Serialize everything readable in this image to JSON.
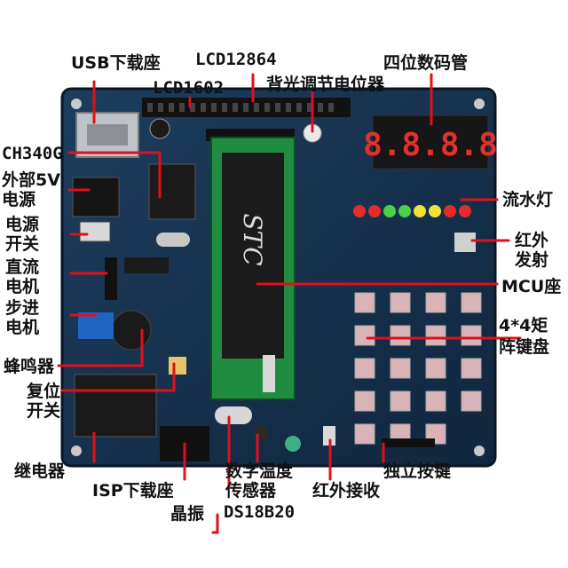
{
  "colors": {
    "pcb": "#16324f",
    "pcb_edge": "#0c1c30",
    "arrow": "#e0101a",
    "silk": "#dfe6ee",
    "socket": "#1a8a3a",
    "chip": "#1b1b1b"
  },
  "labels": {
    "usb_download": "USB下载座",
    "lcd12864": "LCD12864",
    "lcd1602": "LCD1602",
    "backlight_pot": "背光调节电位器",
    "seven_seg": "四位数码管",
    "ch340g": "CH340G",
    "ext5v_1": "外部5V",
    "ext5v_2": "电源",
    "led_flow": "流水灯",
    "power_sw_1": "电源",
    "power_sw_2": "开关",
    "ir_tx_1": "红外",
    "ir_tx_2": "发射",
    "dc_motor_1": "直流",
    "dc_motor_2": "电机",
    "mcu_socket": "MCU座",
    "stepper_1": "步进",
    "stepper_2": "电机",
    "keypad_1": "4*4矩",
    "keypad_2": "阵键盘",
    "buzzer": "蜂鸣器",
    "reset_1": "复位",
    "reset_2": "开关",
    "relay": "继电器",
    "isp": "ISP下载座",
    "temp_1": "数字温度",
    "temp_2": "传感器",
    "ir_rx": "红外接收",
    "standalone_keys": "独立按键",
    "crystal": "晶振",
    "ds18b20": "DS18B20"
  },
  "board_text": {
    "seg_digits": "8.8.8.8",
    "chip_brand": "STC"
  }
}
